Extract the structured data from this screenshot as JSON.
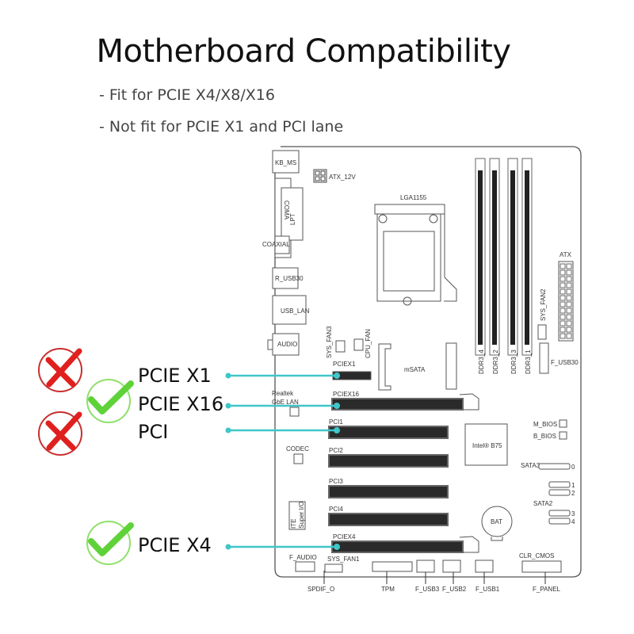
{
  "title": "Motherboard Compatibility",
  "notes": [
    "- Fit for PCIE X4/X8/X16",
    "- Not fit for PCIE X1 and PCI lane"
  ],
  "colors": {
    "accent_line": "#3fc6c9",
    "fit": "#5fd23a",
    "not_fit": "#e0201e"
  },
  "callouts": [
    {
      "label": "PCIE X1",
      "status": "not-fit",
      "icon": "x-mark-icon"
    },
    {
      "label": "PCIE X16",
      "status": "fit",
      "icon": "check-mark-icon"
    },
    {
      "label": "PCI",
      "status": "not-fit",
      "icon": "x-mark-icon"
    },
    {
      "label": "PCIE X4",
      "status": "fit",
      "icon": "check-mark-icon"
    }
  ],
  "board": {
    "kb_ms": "KB_MS",
    "atx_12v": "ATX_12V",
    "coma": "COMA",
    "lpt": "LPT",
    "coaxial": "COAXIAL",
    "r_usb30": "R_USB30",
    "usb_lan": "USB_LAN",
    "audio": "AUDIO",
    "socket": "LGA1155",
    "atx": "ATX",
    "sys_fan2": "SYS_FAN2",
    "f_usb30": "F_USB30",
    "sys_fan3": "SYS_FAN3",
    "cpu_fan": "CPU_FAN",
    "msata": "mSATA",
    "dimms": [
      "DDR3_4",
      "DDR3_2",
      "DDR3_3",
      "DDR3_1"
    ],
    "pciex1": "PCIEX1",
    "pciex16": "PCIEX16",
    "realtek": "Realtek",
    "gbe_lan": "GbE LAN",
    "pci1": "PCI1",
    "pci2": "PCI2",
    "pci3": "PCI3",
    "pci4": "PCI4",
    "pciex4": "PCIEX4",
    "codec": "CODEC",
    "ite": "ITE",
    "super_io": "Super I/O",
    "chipset": "Intel® B75",
    "m_bios": "M_BIOS",
    "b_bios": "B_BIOS",
    "sata3": "SATA3",
    "sata2": "SATA2",
    "sata_ports": [
      "0",
      "1",
      "2",
      "3",
      "4"
    ],
    "bat": "BAT",
    "f_audio": "F_AUDIO",
    "sys_fan1": "SYS_FAN1",
    "clr_cmos": "CLR_CMOS",
    "spdif_o": "SPDIF_O",
    "tpm": "TPM",
    "f_usb3": "F_USB3",
    "f_usb2": "F_USB2",
    "f_usb1": "F_USB1",
    "f_panel": "F_PANEL"
  }
}
